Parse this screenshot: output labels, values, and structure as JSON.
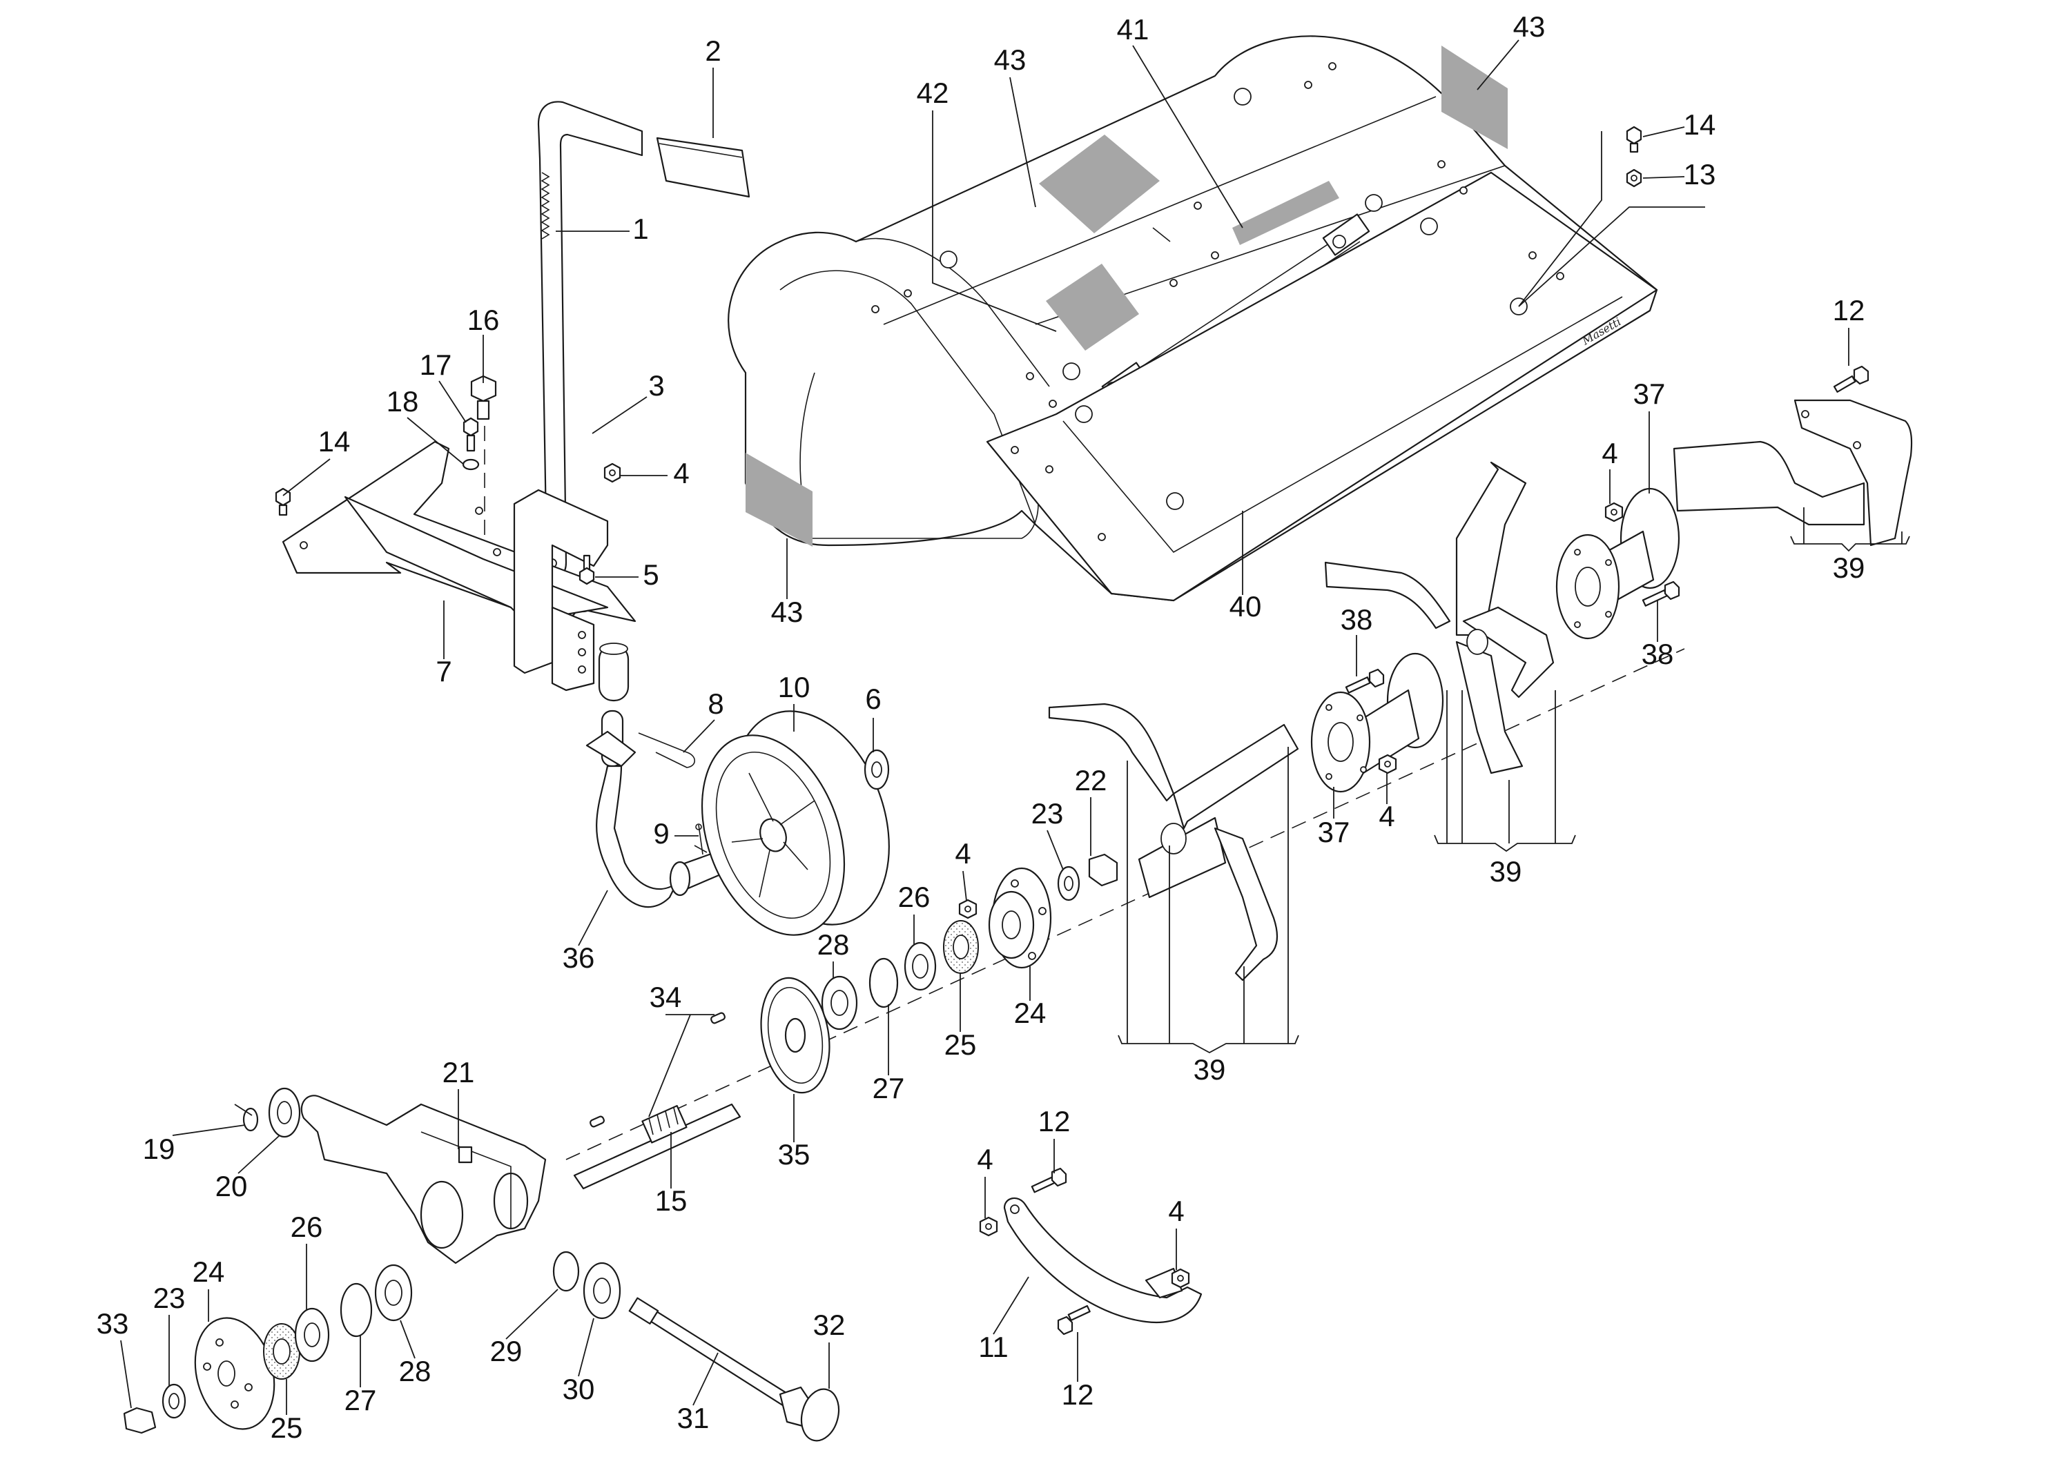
{
  "diagram": {
    "type": "exploded-parts-diagram",
    "subject": "rotary tiller attachment",
    "signature_text": "Masetti",
    "colors": {
      "line": "#1a1a1a",
      "decal": "#a6a6a6",
      "background": "#ffffff"
    },
    "parts": [
      {
        "id": "handle-lever",
        "number": "1"
      },
      {
        "id": "handle-grip",
        "number": "2"
      },
      {
        "id": "torsion-spring",
        "number": "3"
      },
      {
        "id": "flange-nut",
        "number": "4"
      },
      {
        "id": "shoulder-bolt",
        "number": "5"
      },
      {
        "id": "wheel-washer",
        "number": "6"
      },
      {
        "id": "mounting-bracket",
        "number": "7"
      },
      {
        "id": "hair-pin-clip",
        "number": "8"
      },
      {
        "id": "cotter-pin",
        "number": "9"
      },
      {
        "id": "depth-wheel",
        "number": "10"
      },
      {
        "id": "drag-stake",
        "number": "11"
      },
      {
        "id": "hex-bolt",
        "number": "12"
      },
      {
        "id": "nut",
        "number": "13"
      },
      {
        "id": "flange-bolt",
        "number": "14"
      },
      {
        "id": "input-shaft",
        "number": "15"
      },
      {
        "id": "hex-cap-bolt",
        "number": "16"
      },
      {
        "id": "small-bolt",
        "number": "17"
      },
      {
        "id": "washer",
        "number": "18"
      },
      {
        "id": "snap-ring",
        "number": "19"
      },
      {
        "id": "bearing",
        "number": "20"
      },
      {
        "id": "gearbox-housing",
        "number": "21"
      },
      {
        "id": "hex-nut",
        "number": "22"
      },
      {
        "id": "flat-washer",
        "number": "23"
      },
      {
        "id": "hub-flange",
        "number": "24"
      },
      {
        "id": "felt-seal",
        "number": "25"
      },
      {
        "id": "oil-seal",
        "number": "26"
      },
      {
        "id": "circlip",
        "number": "27"
      },
      {
        "id": "ball-bearing",
        "number": "28"
      },
      {
        "id": "bushing",
        "number": "29"
      },
      {
        "id": "bearing-30",
        "number": "30"
      },
      {
        "id": "output-shaft-pinion",
        "number": "31"
      },
      {
        "id": "cap",
        "number": "32"
      },
      {
        "id": "lock-nut",
        "number": "33"
      },
      {
        "id": "key",
        "number": "34"
      },
      {
        "id": "bevel-gear",
        "number": "35"
      },
      {
        "id": "wheel-axle-bracket",
        "number": "36"
      },
      {
        "id": "tine-flange-tube",
        "number": "37"
      },
      {
        "id": "tine-bolt",
        "number": "38"
      },
      {
        "id": "tine-assembly",
        "number": "39"
      },
      {
        "id": "rear-flap",
        "number": "40"
      },
      {
        "id": "decal-41",
        "number": "41"
      },
      {
        "id": "decal-42",
        "number": "42"
      },
      {
        "id": "decal-43",
        "number": "43"
      }
    ],
    "callouts": [
      {
        "label": "1"
      },
      {
        "label": "2"
      },
      {
        "label": "3"
      },
      {
        "label": "4"
      },
      {
        "label": "5"
      },
      {
        "label": "6"
      },
      {
        "label": "7"
      },
      {
        "label": "8"
      },
      {
        "label": "9"
      },
      {
        "label": "10"
      },
      {
        "label": "11"
      },
      {
        "label": "12"
      },
      {
        "label": "12"
      },
      {
        "label": "12"
      },
      {
        "label": "13"
      },
      {
        "label": "14"
      },
      {
        "label": "14"
      },
      {
        "label": "15"
      },
      {
        "label": "16"
      },
      {
        "label": "17"
      },
      {
        "label": "18"
      },
      {
        "label": "19"
      },
      {
        "label": "20"
      },
      {
        "label": "21"
      },
      {
        "label": "22"
      },
      {
        "label": "23"
      },
      {
        "label": "23"
      },
      {
        "label": "24"
      },
      {
        "label": "24"
      },
      {
        "label": "25"
      },
      {
        "label": "25"
      },
      {
        "label": "26"
      },
      {
        "label": "26"
      },
      {
        "label": "27"
      },
      {
        "label": "27"
      },
      {
        "label": "28"
      },
      {
        "label": "28"
      },
      {
        "label": "29"
      },
      {
        "label": "30"
      },
      {
        "label": "31"
      },
      {
        "label": "32"
      },
      {
        "label": "33"
      },
      {
        "label": "34"
      },
      {
        "label": "35"
      },
      {
        "label": "36"
      },
      {
        "label": "37"
      },
      {
        "label": "37"
      },
      {
        "label": "38"
      },
      {
        "label": "38"
      },
      {
        "label": "39"
      },
      {
        "label": "39"
      },
      {
        "label": "39"
      },
      {
        "label": "40"
      },
      {
        "label": "41"
      },
      {
        "label": "42"
      },
      {
        "label": "43"
      },
      {
        "label": "43"
      },
      {
        "label": "43"
      },
      {
        "label": "4"
      },
      {
        "label": "4"
      },
      {
        "label": "4"
      },
      {
        "label": "4"
      },
      {
        "label": "4"
      }
    ]
  }
}
